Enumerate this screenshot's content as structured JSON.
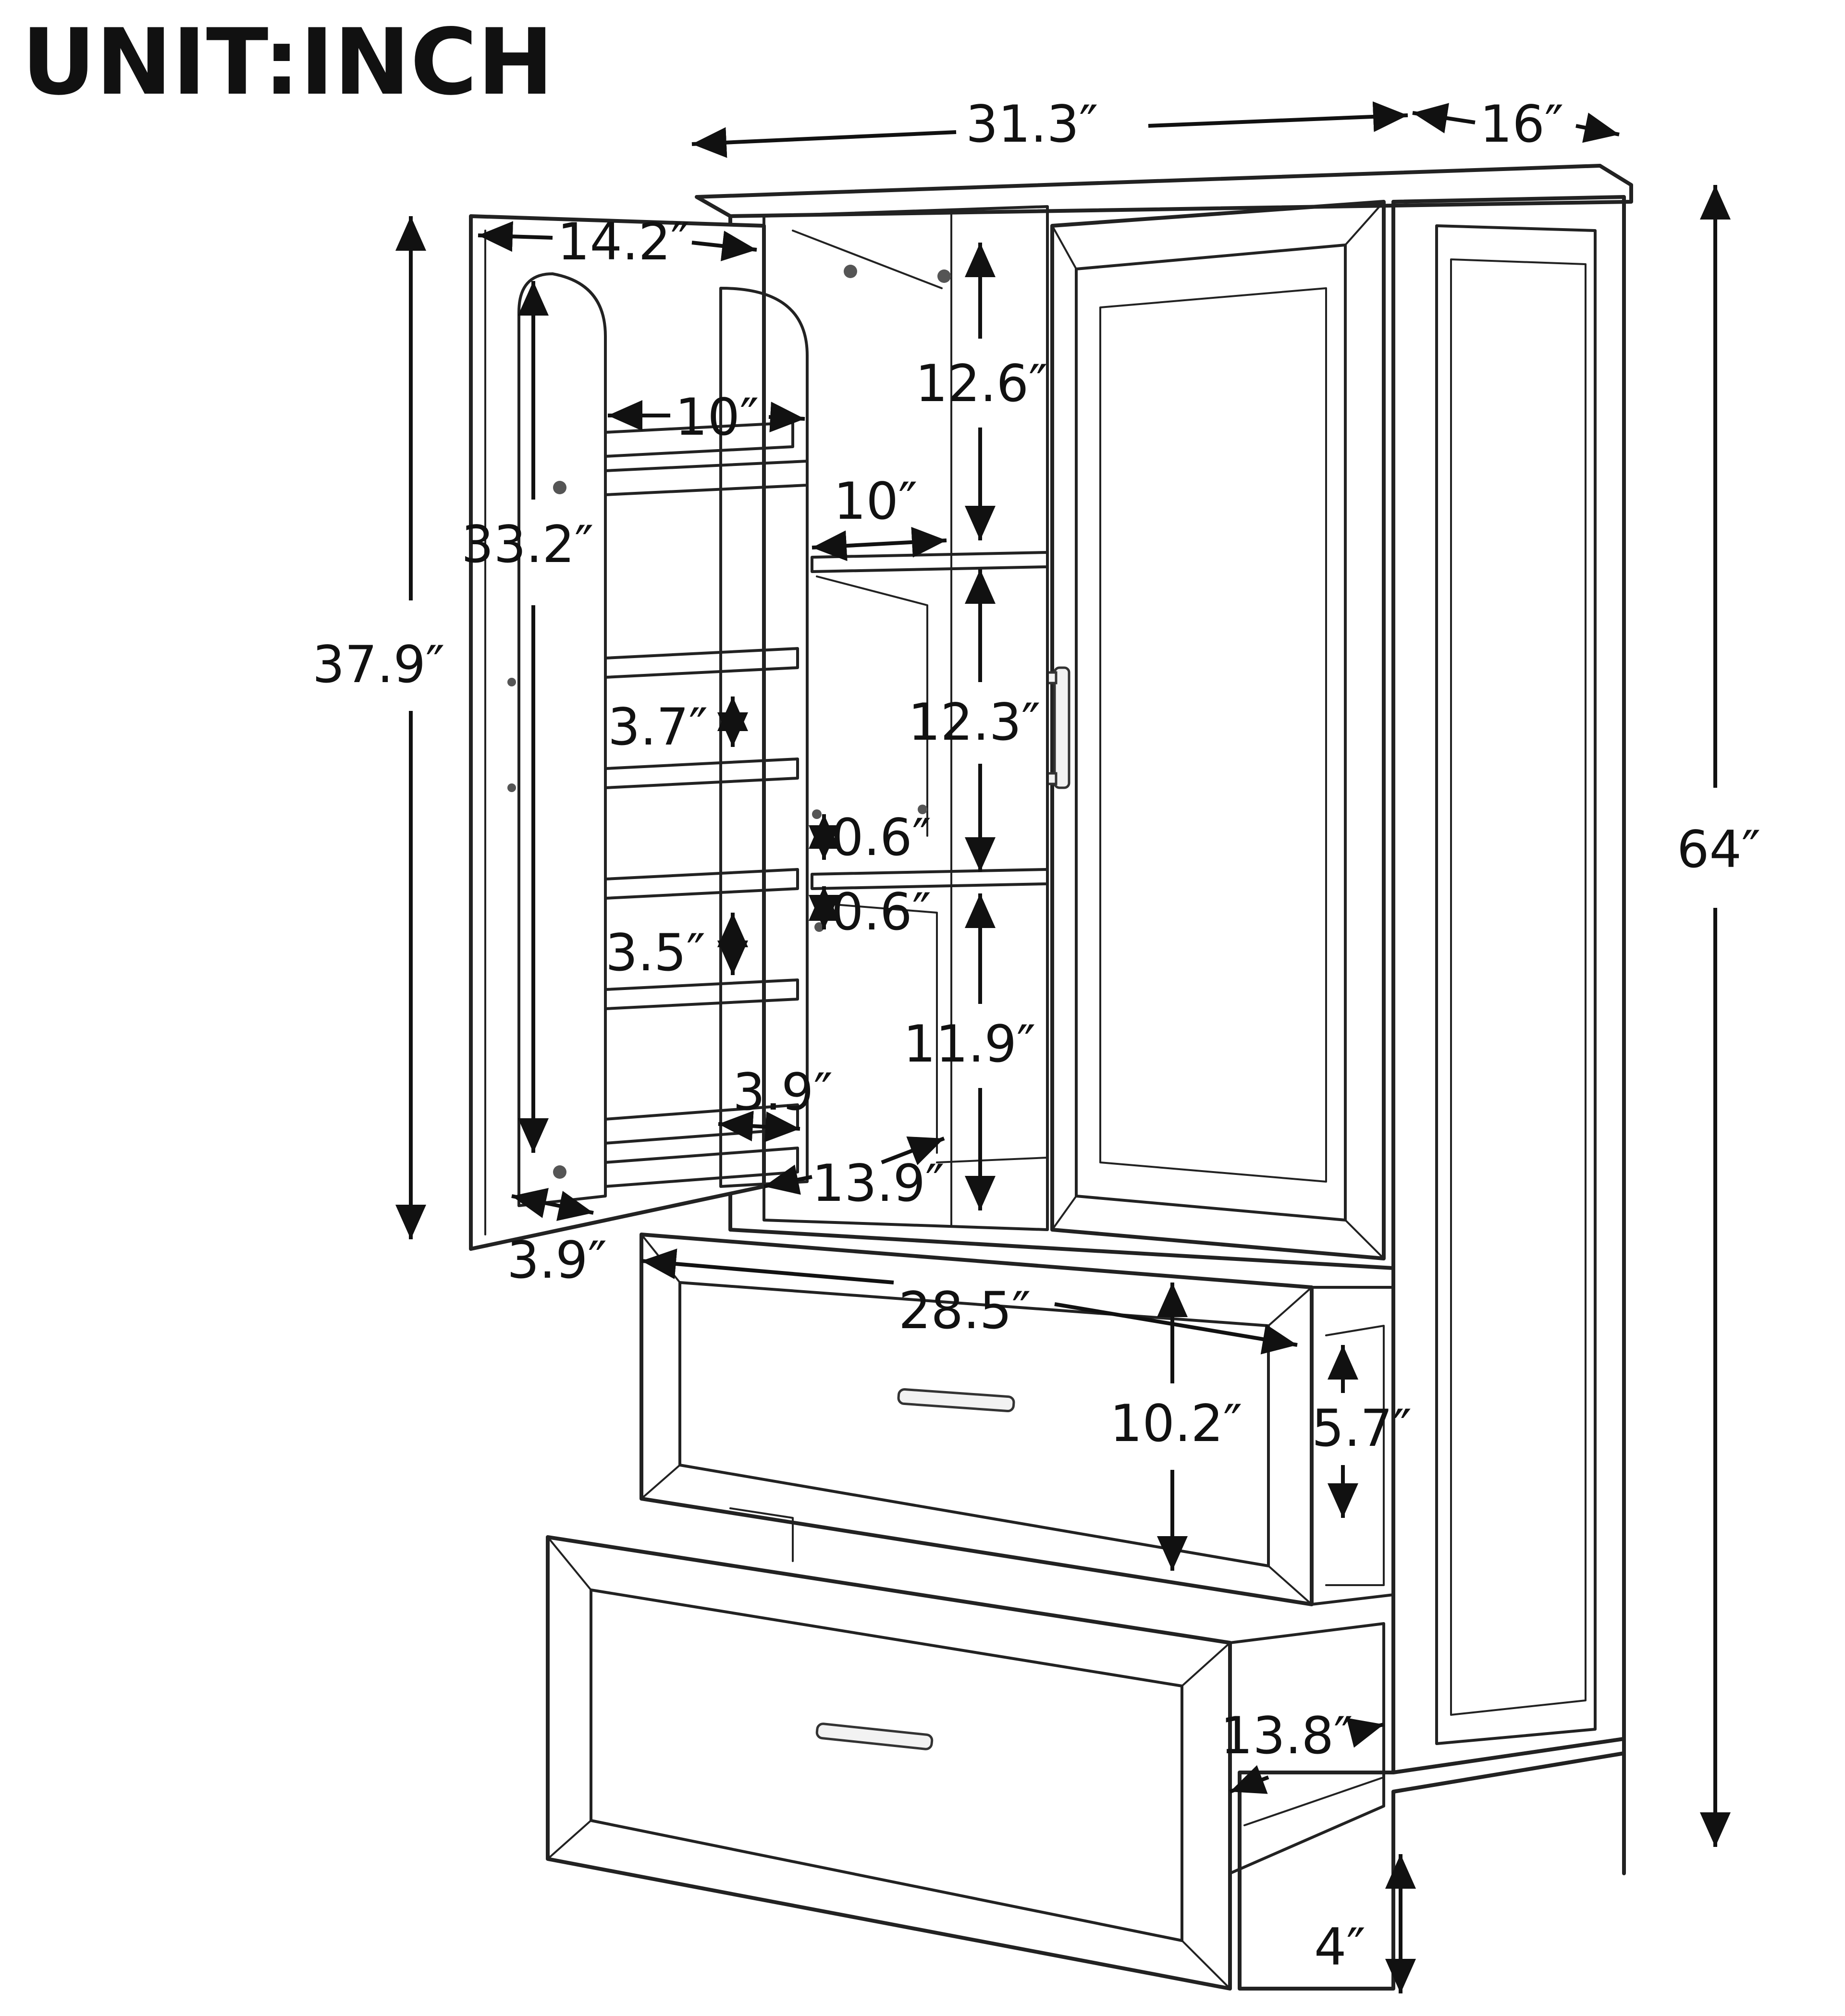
{
  "title": "UNIT:INCH",
  "dimensions": {
    "width": "31.3″",
    "depth": "16″",
    "height": "64″",
    "door_width": "14.2″",
    "door_height": "37.9″",
    "rack_height": "33.2″",
    "rack_width": "10″",
    "shelf_depth": "10″",
    "top_shelf": "12.6″",
    "middle_shelf": "12.3″",
    "bottom_shelf": "11.9″",
    "rack_gap_upper": "3.7″",
    "rack_gap_lower": "3.5″",
    "shelf_thickness_1": "0.6″",
    "shelf_thickness_2": "0.6″",
    "rack_depth": "3.9″",
    "door_depth": "3.9″",
    "cabinet_inner_depth": "13.9″",
    "drawer_width": "28.5″",
    "drawer_height": "10.2″",
    "drawer_inner_height": "5.7″",
    "drawer_depth": "13.8″",
    "base_height": "4″"
  },
  "colors": {
    "line": "#222222",
    "background": "#ffffff"
  }
}
